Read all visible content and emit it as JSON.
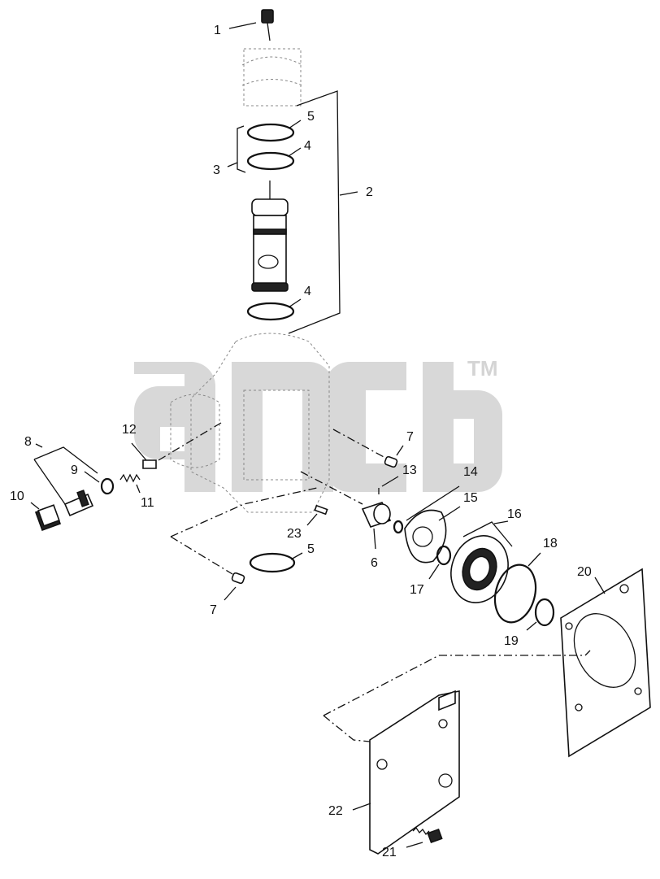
{
  "watermark": {
    "logo_text": "ancb",
    "trademark": "TM"
  },
  "callouts": {
    "c1": "1",
    "c2": "2",
    "c3": "3",
    "c4a": "4",
    "c4b": "4",
    "c5a": "5",
    "c5b": "5",
    "c6": "6",
    "c7a": "7",
    "c7b": "7",
    "c8": "8",
    "c9": "9",
    "c10": "10",
    "c11": "11",
    "c12": "12",
    "c13": "13",
    "c14": "14",
    "c15": "15",
    "c16": "16",
    "c17": "17",
    "c18": "18",
    "c19": "19",
    "c20": "20",
    "c21": "21",
    "c22": "22",
    "c23": "23"
  }
}
